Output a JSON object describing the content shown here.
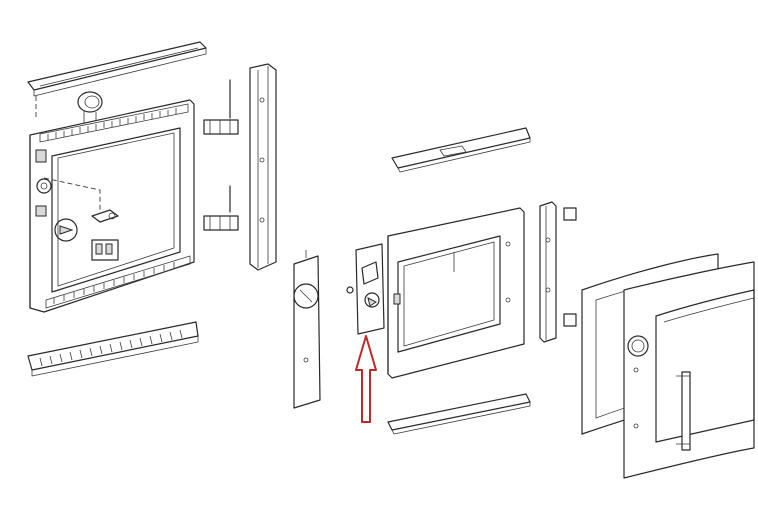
{
  "diagram": {
    "parts": [
      "outer-frame-top-trim",
      "outer-frame",
      "outer-frame-bottom-vent-trim",
      "outer-frame-side-hinge-rail",
      "hinge-brackets",
      "inner-door-left-panel",
      "inner-door-hinge-plate",
      "inner-door-frame",
      "inner-door-top-trim",
      "inner-door-bottom-trim",
      "inner-door-right-rail",
      "glass-panel",
      "front-door-panel-with-handle"
    ],
    "highlight": {
      "type": "arrow",
      "target": "inner-door-hinge-plate",
      "color": "#c0282a"
    },
    "line_color": "#2a2a2a"
  }
}
